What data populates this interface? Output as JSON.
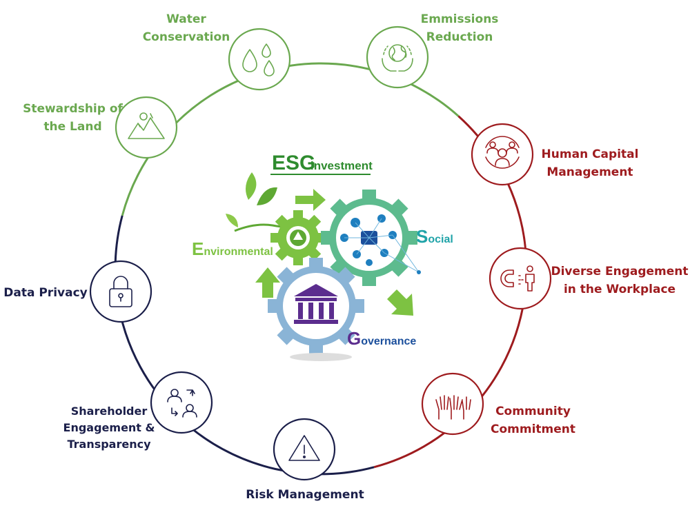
{
  "colors": {
    "environmental": "#6aa84f",
    "social": "#9e1b1e",
    "governance": "#1b1f4a",
    "esg_title": "#2e8b2e",
    "social_text": "#1fa3a8",
    "governance_text": "#5b2d8e",
    "arrow_green": "#7dc242"
  },
  "center": {
    "title_esg": "ESG",
    "title_investment": "investment",
    "environmental_initial": "E",
    "environmental_rest": "nvironmental",
    "social_initial": "S",
    "social_rest": "ocial",
    "governance_initial": "G",
    "governance_rest": "overnance"
  },
  "nodes": [
    {
      "id": "water",
      "lines": [
        "Water",
        "Conservation"
      ],
      "icon": "water-drops-icon",
      "group": "environmental"
    },
    {
      "id": "emissions",
      "lines": [
        "Emmissions",
        "Reduction"
      ],
      "icon": "globe-hands-icon",
      "group": "environmental"
    },
    {
      "id": "human",
      "lines": [
        "Human Capital",
        "Management"
      ],
      "icon": "people-cycle-icon",
      "group": "social"
    },
    {
      "id": "diverse",
      "lines": [
        "Diverse Engagement",
        "in the Workplace"
      ],
      "icon": "magnet-person-icon",
      "group": "social"
    },
    {
      "id": "community",
      "lines": [
        "Community",
        "Commitment"
      ],
      "icon": "raised-hands-icon",
      "group": "social"
    },
    {
      "id": "risk",
      "lines": [
        "Risk Management"
      ],
      "icon": "warning-icon",
      "group": "governance"
    },
    {
      "id": "shareholder",
      "lines": [
        "Shareholder",
        "Engagement &",
        "Transparency"
      ],
      "icon": "people-exchange-icon",
      "group": "governance"
    },
    {
      "id": "privacy",
      "lines": [
        "Data Privacy"
      ],
      "icon": "padlock-icon",
      "group": "governance"
    },
    {
      "id": "land",
      "lines": [
        "Stewardship of",
        "the Land"
      ],
      "icon": "mountains-icon",
      "group": "environmental"
    }
  ]
}
